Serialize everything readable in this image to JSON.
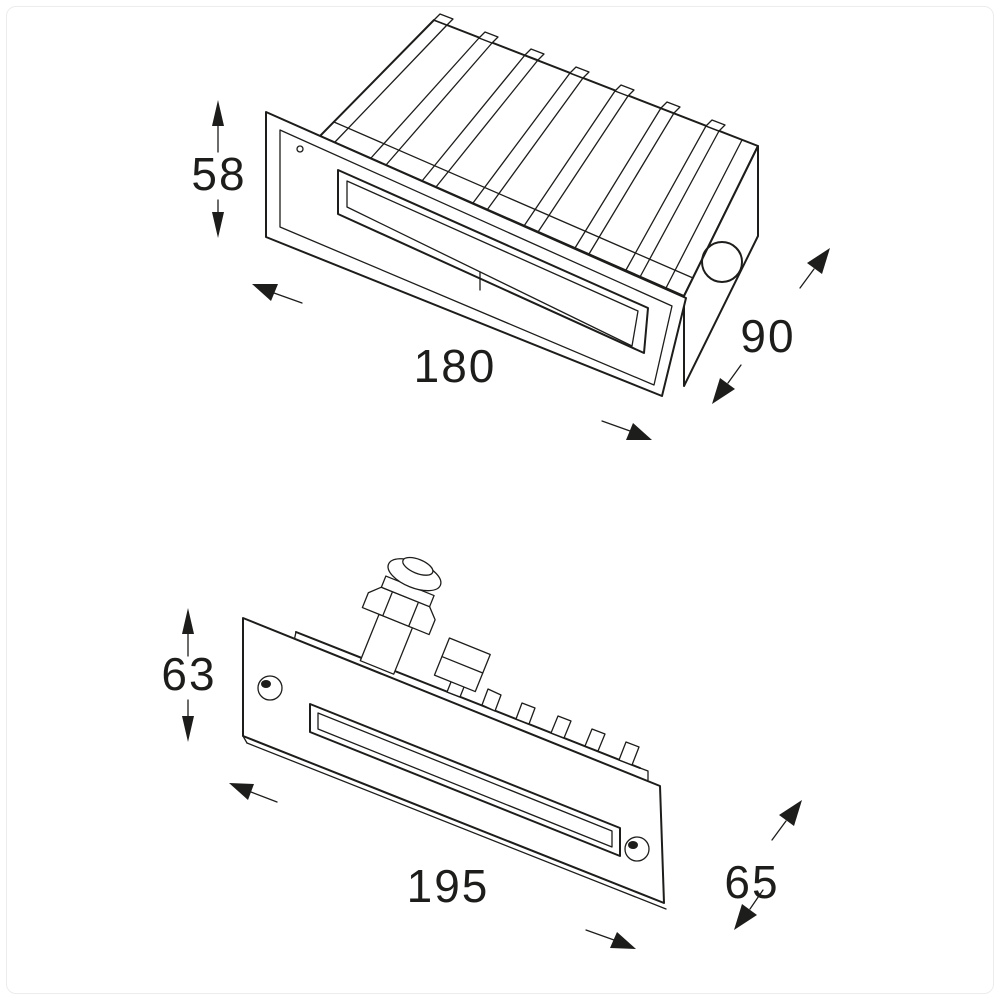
{
  "colors": {
    "line": "#1d1d1b",
    "text": "#1d1d1b",
    "background": "#ffffff"
  },
  "top_view": {
    "height": "58",
    "width": "180",
    "depth": "90"
  },
  "bottom_view": {
    "height": "63",
    "width": "195",
    "depth": "65"
  }
}
